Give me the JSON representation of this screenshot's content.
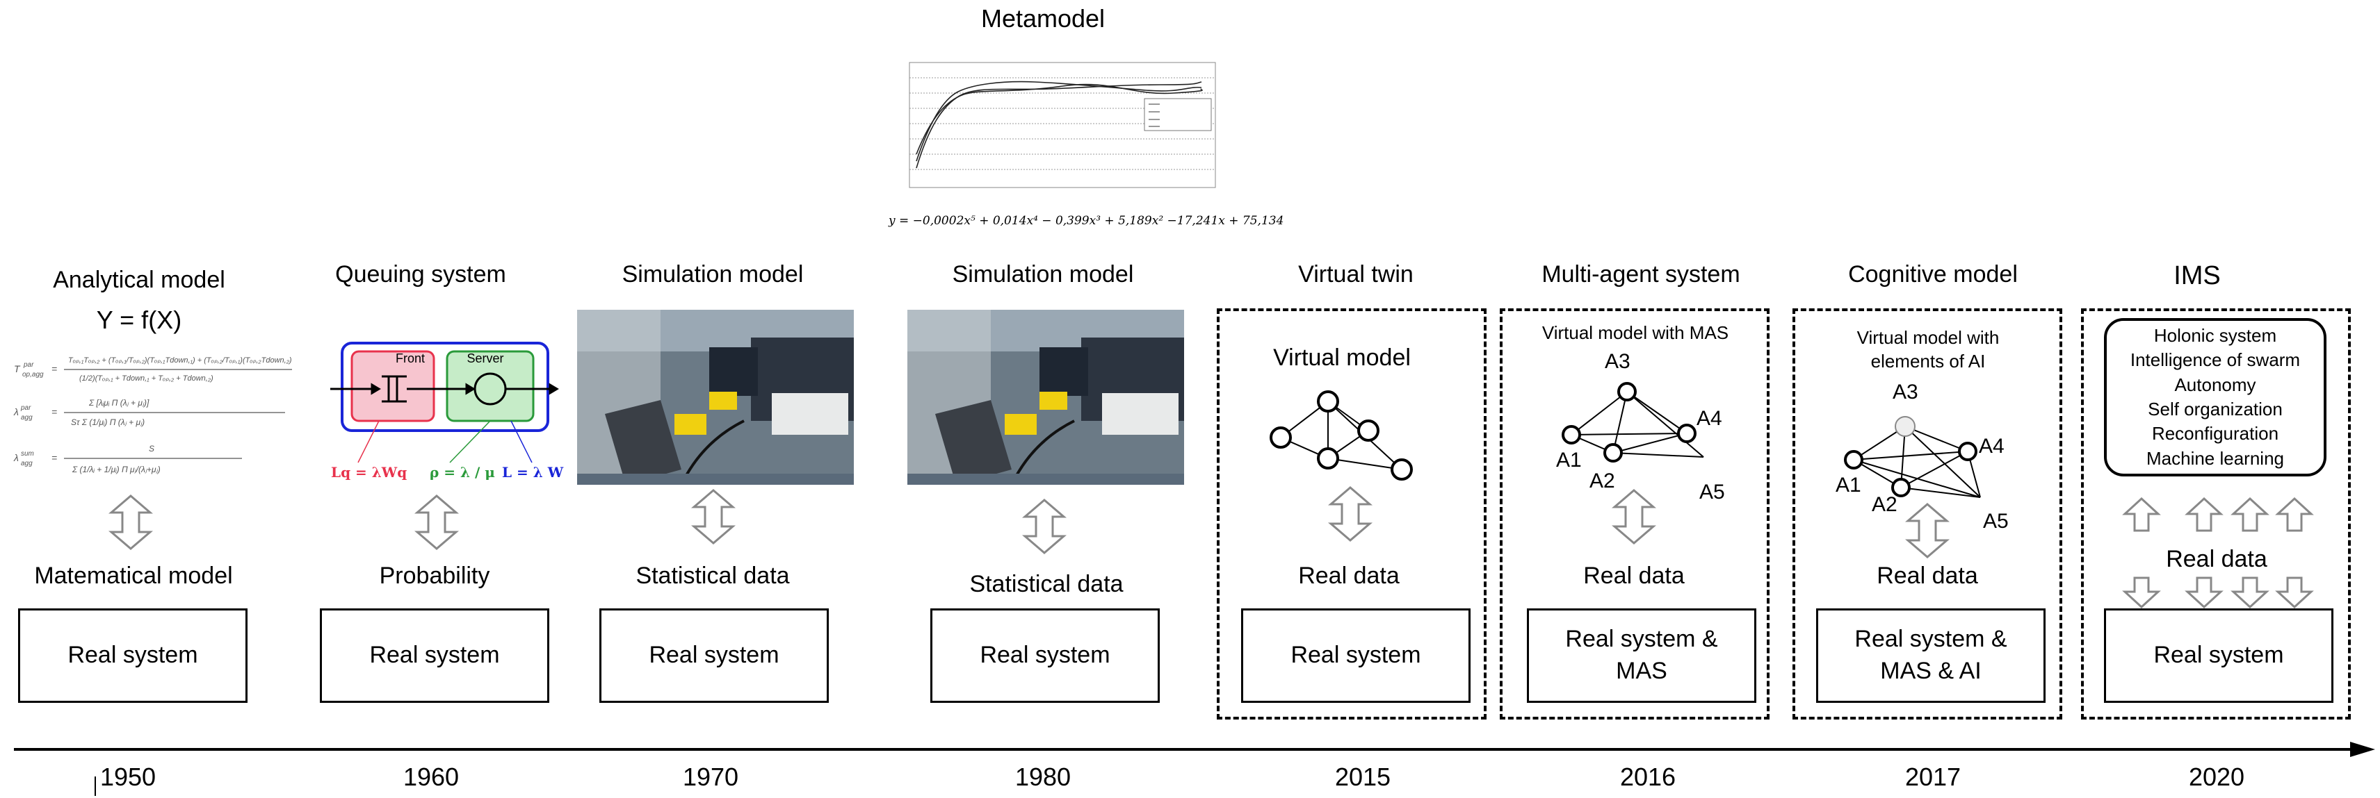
{
  "metamodel": {
    "title": "Metamodel",
    "equation": "y = −0,0002x⁵ + 0,014x⁴ − 0,399x³ + 5,189x² −17,241x + 75,134"
  },
  "eras": [
    {
      "title": "Analytical model",
      "subtitle": "Y = f(X)",
      "data_label": "Matematical model",
      "system": [
        "Real system"
      ],
      "year": "1950"
    },
    {
      "title": "Queuing system",
      "data_label": "Probability",
      "system": [
        "Real system"
      ],
      "year": "1960"
    },
    {
      "title": "Simulation model",
      "data_label": "Statistical data",
      "system": [
        "Real system"
      ],
      "year": "1970"
    },
    {
      "title": "Simulation model",
      "data_label": "Statistical data",
      "system": [
        "Real system"
      ],
      "year": "1980"
    },
    {
      "title": "Virtual twin",
      "model_label": "Virtual model",
      "data_label": "Real data",
      "system": [
        "Real system"
      ],
      "year": "2015"
    },
    {
      "title": "Multi-agent system",
      "model_label": "Virtual model with MAS",
      "data_label": "Real data",
      "system": [
        "Real system &",
        "MAS"
      ],
      "year": "2016"
    },
    {
      "title": "Cognitive model",
      "model_label": [
        "Virtual model with",
        "elements of AI"
      ],
      "data_label": "Real data",
      "system": [
        "Real system &",
        "MAS & AI"
      ],
      "year": "2017"
    },
    {
      "title": "IMS",
      "data_label": "Real data",
      "system": [
        "Real system"
      ],
      "year": "2020",
      "ims_items": [
        "Holonic system",
        "Intelligence of swarm",
        "Autonomy",
        "Self organization",
        "Reconfiguration",
        "Machine learning"
      ]
    }
  ],
  "queuing": {
    "front_label": "Front",
    "server_label": "Server",
    "eq_lq": "Lq = λWq",
    "eq_rho": "ρ = λ / μ",
    "eq_l": "L = λ W"
  },
  "agents_mas": [
    "A3",
    "A4",
    "A1",
    "A2",
    "A5"
  ],
  "agents_ai": [
    "A3",
    "A4",
    "A1",
    "A2",
    "A5"
  ],
  "colors": {
    "front": "#e8324c",
    "server": "#2a9a3a",
    "system_border": "#1a25d8"
  }
}
